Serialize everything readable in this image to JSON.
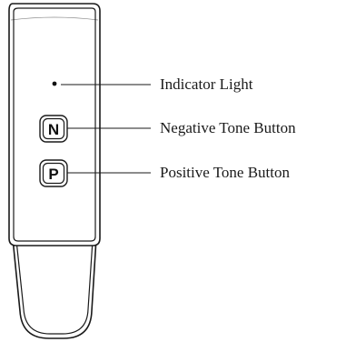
{
  "device": {
    "buttons": [
      {
        "letter": "N",
        "label": "Negative Tone Button"
      },
      {
        "letter": "P",
        "label": "Positive Tone Button"
      }
    ],
    "indicator": {
      "label": "Indicator Light"
    }
  },
  "colors": {
    "outline": "#1a1a1a",
    "background": "#ffffff"
  }
}
